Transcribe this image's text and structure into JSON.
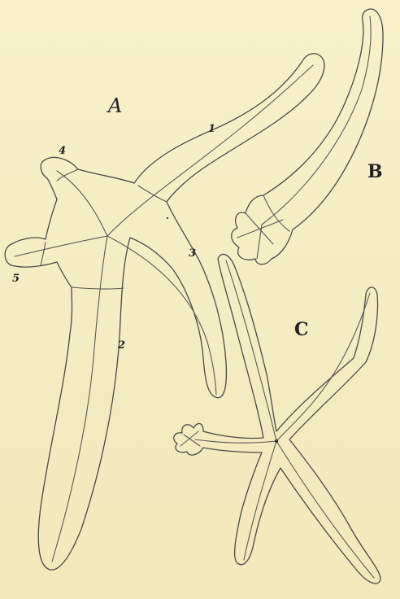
{
  "figures": {
    "A": {
      "label": "A",
      "arm_numbers": [
        "1",
        "2",
        "3",
        "4",
        "5"
      ]
    },
    "B": {
      "label": "B"
    },
    "C": {
      "label": "C"
    }
  },
  "colors": {
    "paper": "#f6efc6",
    "ink": "#4a4a44"
  }
}
